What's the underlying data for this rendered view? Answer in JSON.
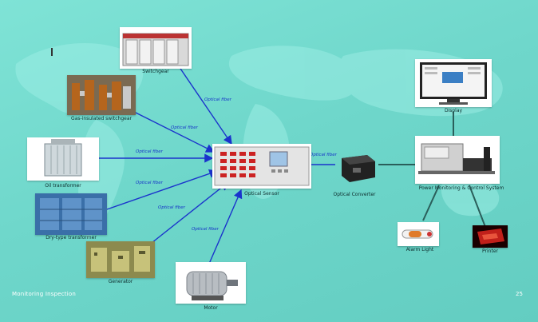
{
  "nodes": {
    "switchgear": {
      "label": "Switchgear",
      "icon": "switchgear-cabinet-icon"
    },
    "gis": {
      "label": "Gas-insulated switchgear",
      "icon": "gis-equipment-icon"
    },
    "oil_transformer": {
      "label": "Oil transformer",
      "icon": "oil-transformer-icon"
    },
    "dry_transformer": {
      "label": "Dry-type transformer",
      "icon": "dry-transformer-icon"
    },
    "generator": {
      "label": "Generator",
      "icon": "generator-icon"
    },
    "motor": {
      "label": "Motor",
      "icon": "motor-icon"
    },
    "controller": {
      "label": "Optical Sensor",
      "icon": "fiber-optic-controller-icon"
    },
    "converter": {
      "label": "Optical Converter",
      "icon": "optical-converter-icon"
    },
    "monitor": {
      "label": "Display",
      "icon": "monitor-icon"
    },
    "server": {
      "label": "Power Monitoring & Control System",
      "icon": "server-rack-icon"
    },
    "alarm_light": {
      "label": "Alarm Light",
      "icon": "alarm-light-icon"
    },
    "printer": {
      "label": "Printer",
      "icon": "printer-icon"
    }
  },
  "links": {
    "switchgear_link": "Optical fiber",
    "gis_link": "Optical fiber",
    "oil_transformer_link": "Optical fiber",
    "dry_transformer_link": "Optical fiber",
    "generator_link": "Optical fiber",
    "motor_link": "Optical fiber",
    "converter_link": "Optical fiber"
  },
  "footer": {
    "left_text": "Monitoring Inspection",
    "page_number": "25"
  },
  "colors": {
    "background": "#6fd7cb",
    "link_line": "#1a33cc",
    "link_label": "#1530c8",
    "connector_line": "#2a5e5a"
  }
}
